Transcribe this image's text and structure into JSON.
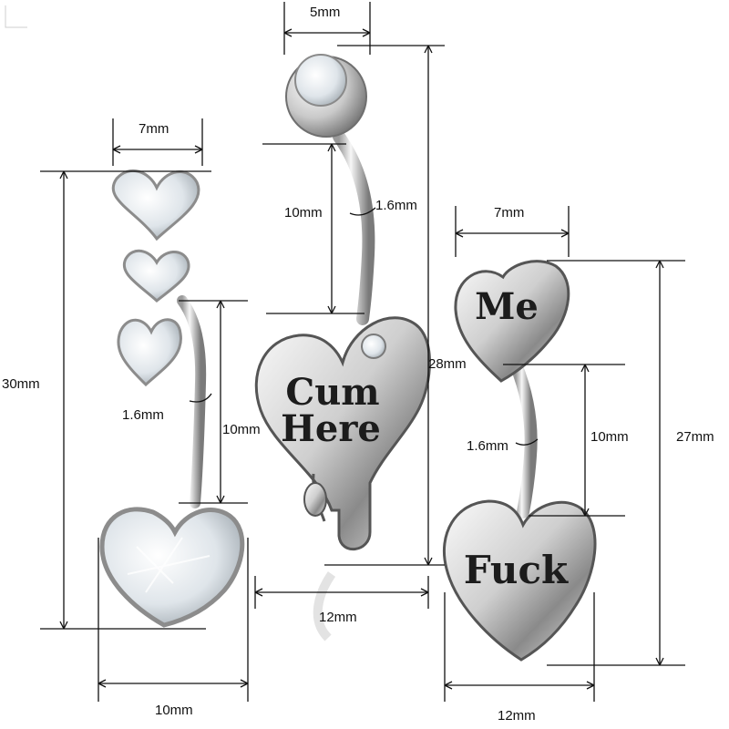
{
  "colors": {
    "line": "#111111",
    "metal_light": "#f4f4f4",
    "metal_mid": "#b9b9b9",
    "metal_dark": "#5a5a5a",
    "gem": "#e9eef2"
  },
  "left_piece": {
    "name": "triple-heart-crystal-ring",
    "width_top": "7mm",
    "total_length": "30mm",
    "gauge": "1.6mm",
    "bar_length": "10mm",
    "width_bottom": "10mm"
  },
  "middle_piece": {
    "name": "dripping-heart-ring",
    "ball_size": "5mm",
    "bar_length": "10mm",
    "gauge": "1.6mm",
    "total_length": "28mm",
    "heart_width": "12mm",
    "engraving_line1": "Cum",
    "engraving_line2": "Here"
  },
  "right_piece": {
    "name": "double-heart-ring",
    "top_width": "7mm",
    "top_engraving": "Me",
    "gauge": "1.6mm",
    "bar_length": "10mm",
    "total_length": "27mm",
    "bottom_engraving": "Fuck",
    "bottom_width": "12mm"
  }
}
